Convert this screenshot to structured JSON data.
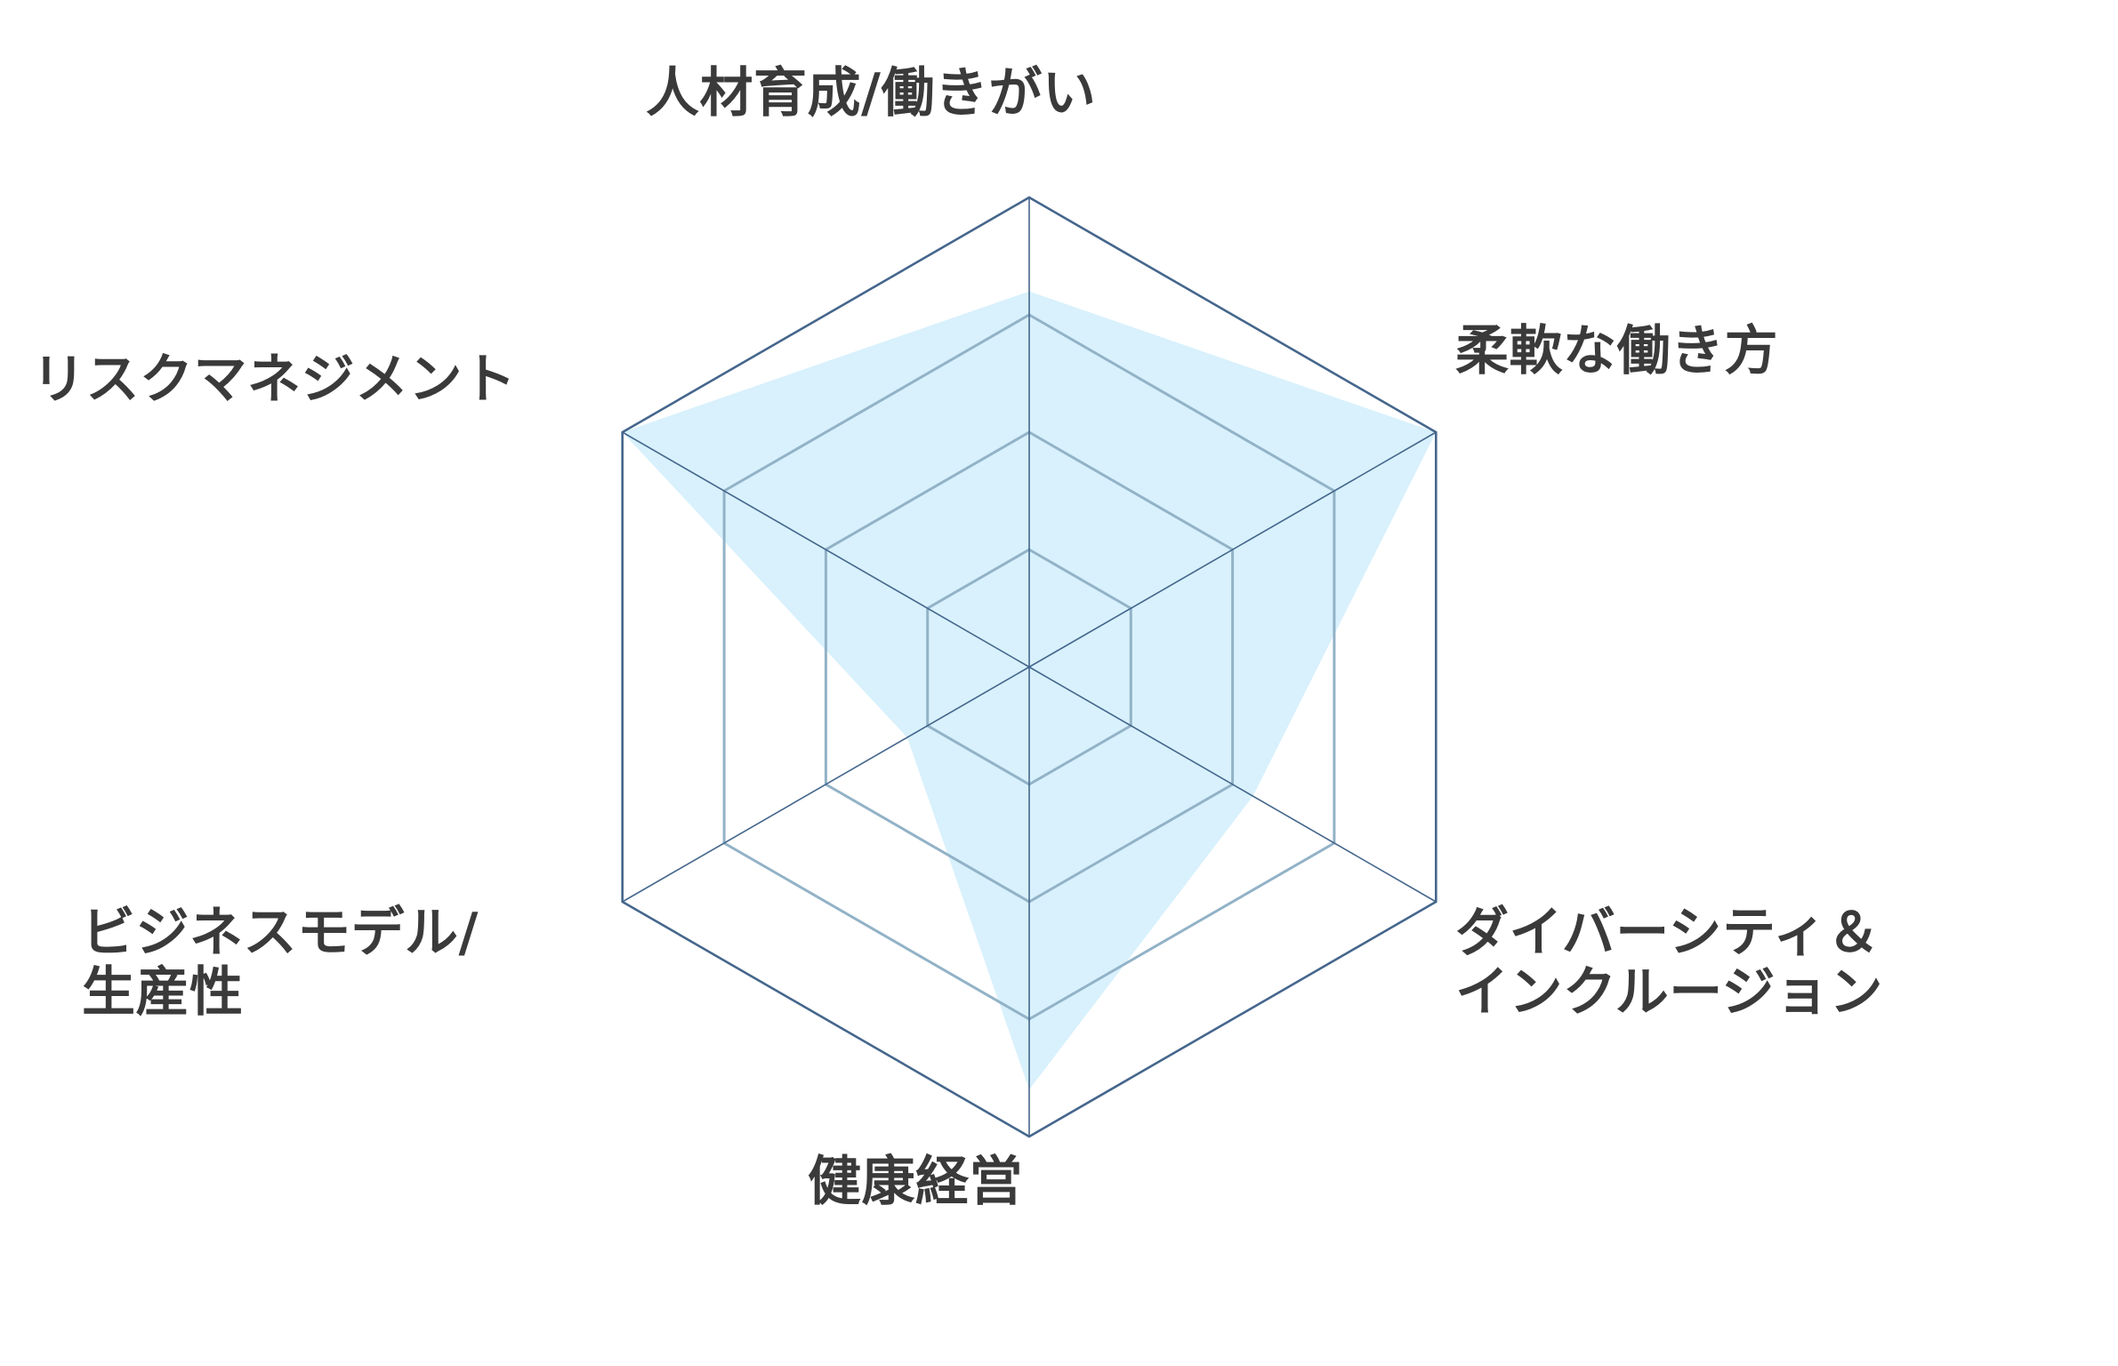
{
  "chart_data": {
    "type": "radar",
    "title": "",
    "axes": [
      "人材育成/働きがい",
      "柔軟な働き方",
      "ダイバーシティ＆\nインクルージョン",
      "健康経営",
      "ビジネスモデル/\n生産性",
      "リスクマネジメント"
    ],
    "levels": 4,
    "range": [
      0,
      4
    ],
    "series": [
      {
        "values": [
          3.2,
          4.0,
          2.2,
          3.6,
          1.2,
          4.0
        ]
      }
    ],
    "grid": true,
    "legend": "none"
  },
  "colors": {
    "background": "#ffffff",
    "outer_grid": "#45668c",
    "inner_grid": "#92b2c7",
    "axis_line": "#45668c",
    "fill": "#d8f1fc",
    "label_text": "#3a3a3a"
  }
}
